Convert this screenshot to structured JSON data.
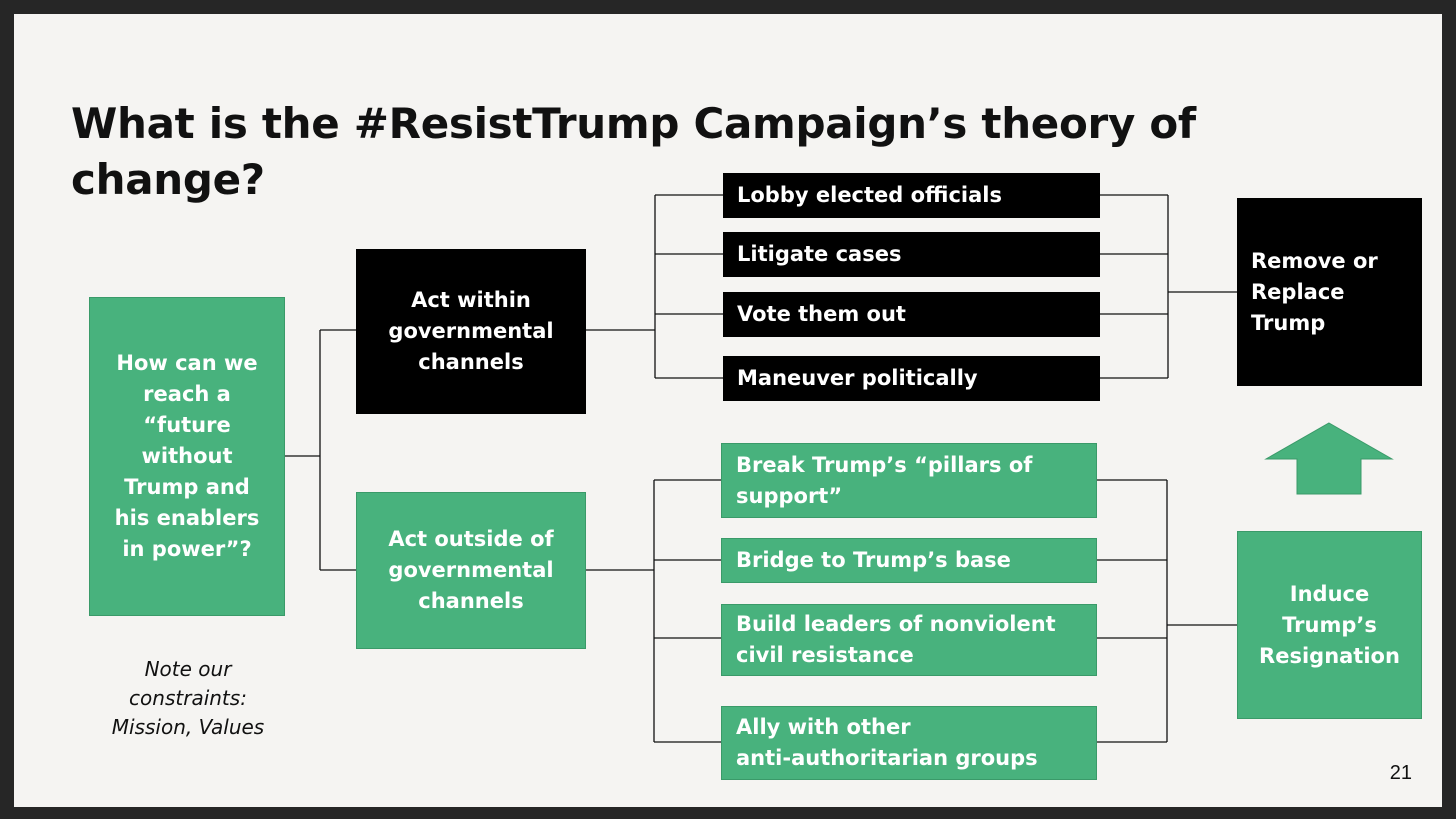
{
  "title": "What is the #ResistTrump Campaign’s theory of change?",
  "root": "How can we reach a “future without Trump and his enablers in power”?",
  "note": "Note our constraints: Mission, Values",
  "branches": {
    "within": "Act within governmental channels",
    "outside": "Act outside of governmental channels"
  },
  "within_actions": [
    "Lobby elected officials",
    "Litigate cases",
    "Vote them out",
    "Maneuver politically"
  ],
  "outside_actions": [
    "Break Trump’s “pillars of support”",
    "Bridge to Trump’s base",
    "Build leaders of nonviolent civil resistance",
    "Ally with other\nanti-authoritarian groups"
  ],
  "outcomes": {
    "remove": "Remove or Replace Trump",
    "resign": "Induce Trump’s Resignation"
  },
  "page_number": "21",
  "colors": {
    "green": "#48b27d",
    "black": "#000000",
    "background": "#f5f4f2"
  }
}
